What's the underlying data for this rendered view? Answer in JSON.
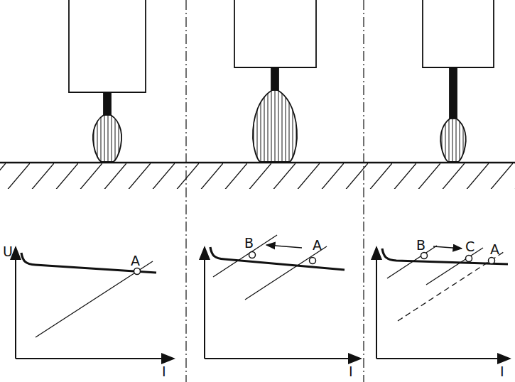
{
  "diagram": {
    "labels": [
      "U",
      "A",
      "I",
      "B",
      "A",
      "I",
      "B",
      "C",
      "A",
      "I"
    ]
  }
}
